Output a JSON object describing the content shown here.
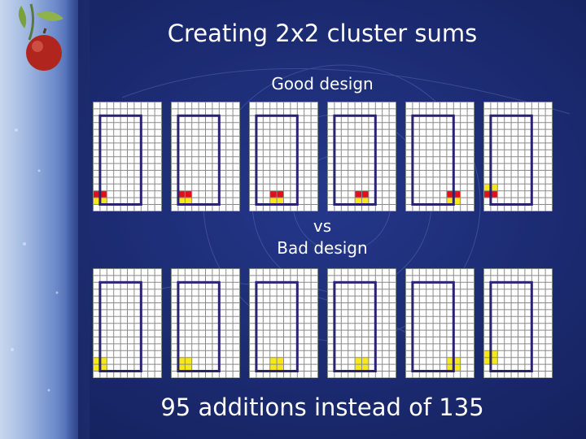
{
  "slide": {
    "title": "Creating 2x2 cluster sums",
    "good_label": "Good design",
    "vs_label": "vs",
    "bad_label": "Bad design",
    "footer": "95 additions instead of 135"
  },
  "colors": {
    "background": "#1d2b6c",
    "grid_fill": "#ffffff",
    "grid_line": "#8a8a8a",
    "window_outline": "#2a2370",
    "highlight_red": "#e0101a",
    "highlight_yellow": "#f7e818"
  },
  "icons": [
    "apple-icon",
    "star-icon"
  ],
  "grid": {
    "cols": 10,
    "rows": 16
  },
  "good_design": [
    {
      "red": [
        [
          0,
          13
        ],
        [
          1,
          13
        ]
      ],
      "yellow": [
        [
          0,
          14
        ],
        [
          1,
          14
        ]
      ]
    },
    {
      "red": [
        [
          1,
          13
        ],
        [
          2,
          13
        ]
      ],
      "yellow": [
        [
          1,
          14
        ],
        [
          2,
          14
        ]
      ]
    },
    {
      "red": [
        [
          3,
          13
        ],
        [
          4,
          13
        ]
      ],
      "yellow": [
        [
          3,
          14
        ],
        [
          4,
          14
        ]
      ]
    },
    {
      "red": [
        [
          4,
          13
        ],
        [
          5,
          13
        ]
      ],
      "yellow": [
        [
          4,
          14
        ],
        [
          5,
          14
        ]
      ]
    },
    {
      "red": [
        [
          6,
          13
        ],
        [
          7,
          13
        ]
      ],
      "yellow": [
        [
          6,
          14
        ],
        [
          7,
          14
        ]
      ]
    },
    {
      "red": [
        [
          0,
          13
        ],
        [
          1,
          13
        ]
      ],
      "yellow": [
        [
          0,
          12
        ],
        [
          1,
          12
        ]
      ]
    }
  ],
  "bad_design": [
    {
      "red": [],
      "yellow": [
        [
          0,
          13
        ],
        [
          1,
          13
        ],
        [
          0,
          14
        ],
        [
          1,
          14
        ]
      ]
    },
    {
      "red": [],
      "yellow": [
        [
          1,
          13
        ],
        [
          2,
          13
        ],
        [
          1,
          14
        ],
        [
          2,
          14
        ]
      ]
    },
    {
      "red": [],
      "yellow": [
        [
          3,
          13
        ],
        [
          4,
          13
        ],
        [
          3,
          14
        ],
        [
          4,
          14
        ]
      ]
    },
    {
      "red": [],
      "yellow": [
        [
          4,
          13
        ],
        [
          5,
          13
        ],
        [
          4,
          14
        ],
        [
          5,
          14
        ]
      ]
    },
    {
      "red": [],
      "yellow": [
        [
          6,
          13
        ],
        [
          7,
          13
        ],
        [
          6,
          14
        ],
        [
          7,
          14
        ]
      ]
    },
    {
      "red": [],
      "yellow": [
        [
          0,
          12
        ],
        [
          1,
          12
        ],
        [
          0,
          13
        ],
        [
          1,
          13
        ]
      ]
    }
  ]
}
